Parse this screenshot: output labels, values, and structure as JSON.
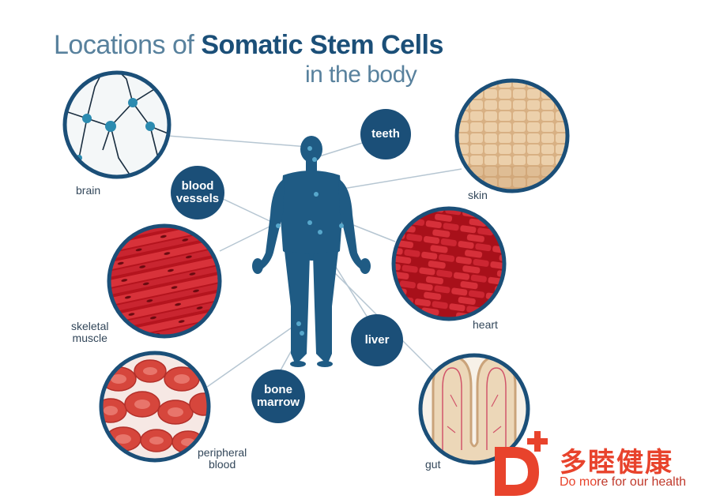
{
  "title": {
    "light": "Locations of",
    "bold": "Somatic Stem Cells",
    "sub": "in the body"
  },
  "labels": {
    "brain": "brain",
    "skin": "skin",
    "heart": "heart",
    "skeletal_muscle_1": "skeletal",
    "skeletal_muscle_2": "muscle",
    "peripheral_blood_1": "peripheral",
    "peripheral_blood_2": "blood",
    "gut": "gut"
  },
  "bubbles": {
    "teeth": "teeth",
    "blood_vessels_1": "blood",
    "blood_vessels_2": "vessels",
    "liver": "liver",
    "bone_marrow_1": "bone",
    "bone_marrow_2": "marrow"
  },
  "logo": {
    "chinese": "多睦健康",
    "slogan_a": "Do mo",
    "slogan_b": "re for our health"
  },
  "colors": {
    "navy": "#1b4f78",
    "figure": "#1f5b84",
    "muscle_red": "#c8242c",
    "blood_red": "#d9443c",
    "skin_tan": "#e6c49a",
    "logo_red": "#e8432c"
  }
}
